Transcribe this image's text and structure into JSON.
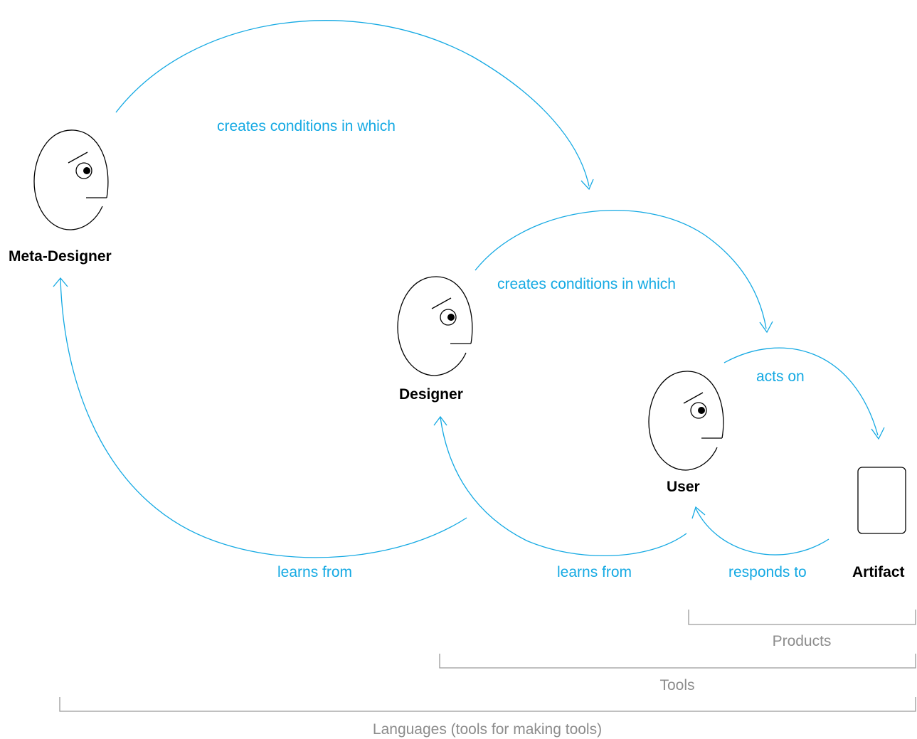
{
  "actors": {
    "meta_designer": "Meta-Designer",
    "designer": "Designer",
    "user": "User",
    "artifact": "Artifact"
  },
  "relations": {
    "meta_creates": "creates conditions in which",
    "designer_creates": "creates conditions in which",
    "acts_on": "acts on",
    "meta_learns": "learns from",
    "designer_learns": "learns from",
    "responds_to": "responds to"
  },
  "scopes": {
    "products": "Products",
    "tools": "Tools",
    "languages": "Languages (tools for making tools)"
  },
  "colors": {
    "relation": "#14a9e3",
    "scope": "#9a9a9a",
    "actor": "#000000"
  }
}
